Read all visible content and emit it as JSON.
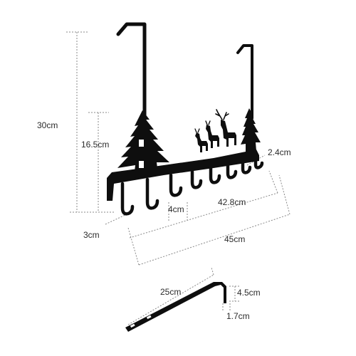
{
  "dimensions": {
    "total_height": "30cm",
    "body_height": "16.5cm",
    "hook_gap": "2.4cm",
    "hook_spacing": "4cm",
    "hook_span": "42.8cm",
    "hook_depth": "3cm",
    "total_width": "45cm",
    "bracket_length": "25cm",
    "bracket_height": "4.5cm",
    "bracket_depth": "1.7cm"
  },
  "product": {
    "hook_count": 8,
    "silhouette": [
      "pine-tree",
      "deer-family",
      "pine-tree"
    ],
    "color": "#0e0e0e"
  }
}
